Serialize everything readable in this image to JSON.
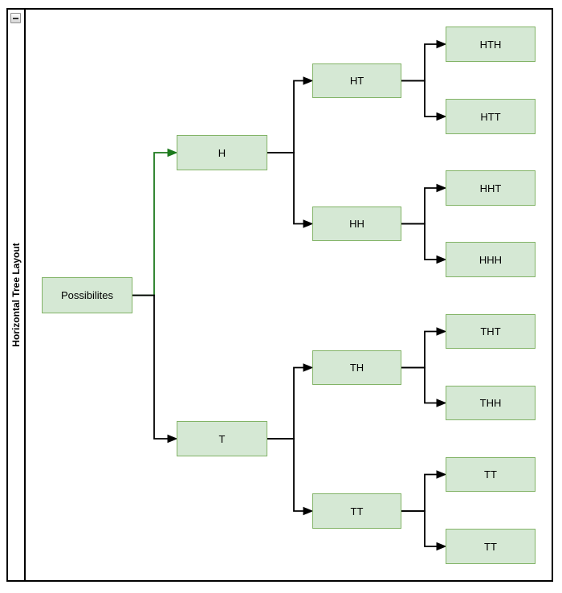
{
  "frame": {
    "title": "Horizontal Tree Layout",
    "collapse_icon": "minus"
  },
  "colors": {
    "node_fill": "#d5e8d4",
    "node_border": "#82b366",
    "edge": "#000000",
    "edge_highlight": "#1d7a1d",
    "frame_border": "#000000",
    "text": "#000000"
  },
  "tree": {
    "nodes": [
      {
        "id": "root",
        "label": "Possibilites",
        "level": 0
      },
      {
        "id": "H",
        "label": "H",
        "level": 1
      },
      {
        "id": "T",
        "label": "T",
        "level": 1
      },
      {
        "id": "HT",
        "label": "HT",
        "level": 2
      },
      {
        "id": "HH",
        "label": "HH",
        "level": 2
      },
      {
        "id": "TH",
        "label": "TH",
        "level": 2
      },
      {
        "id": "TT",
        "label": "TT",
        "level": 2
      },
      {
        "id": "HTH",
        "label": "HTH",
        "level": 3
      },
      {
        "id": "HTT",
        "label": "HTT",
        "level": 3
      },
      {
        "id": "HHT",
        "label": "HHT",
        "level": 3
      },
      {
        "id": "HHH",
        "label": "HHH",
        "level": 3
      },
      {
        "id": "THT",
        "label": "THT",
        "level": 3
      },
      {
        "id": "THH",
        "label": "THH",
        "level": 3
      },
      {
        "id": "TT2",
        "label": "TT",
        "level": 3
      },
      {
        "id": "TT3",
        "label": "TT",
        "level": 3
      }
    ],
    "edges": [
      {
        "from": "root",
        "to": "H",
        "style": "highlight"
      },
      {
        "from": "root",
        "to": "T",
        "style": "default"
      },
      {
        "from": "H",
        "to": "HT",
        "style": "default"
      },
      {
        "from": "H",
        "to": "HH",
        "style": "default"
      },
      {
        "from": "T",
        "to": "TH",
        "style": "default"
      },
      {
        "from": "T",
        "to": "TT",
        "style": "default"
      },
      {
        "from": "HT",
        "to": "HTH",
        "style": "default"
      },
      {
        "from": "HT",
        "to": "HTT",
        "style": "default"
      },
      {
        "from": "HH",
        "to": "HHT",
        "style": "default"
      },
      {
        "from": "HH",
        "to": "HHH",
        "style": "default"
      },
      {
        "from": "TH",
        "to": "THT",
        "style": "default"
      },
      {
        "from": "TH",
        "to": "THH",
        "style": "default"
      },
      {
        "from": "TT",
        "to": "TT2",
        "style": "default"
      },
      {
        "from": "TT",
        "to": "TT3",
        "style": "default"
      }
    ]
  }
}
